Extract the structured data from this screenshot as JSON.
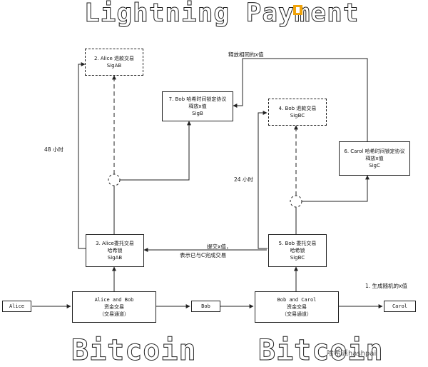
{
  "title": "Lightning Payment",
  "bitcoin_labels": [
    "Bitcoin",
    "Bitcoin"
  ],
  "nodes": {
    "alice": "Alice",
    "bob_small": "Bob",
    "carol": "Carol",
    "alice_bob_funding": [
      "Alice and Bob",
      "资金交易",
      "（交易通道）"
    ],
    "bob_carol_funding": [
      "Bob and Carol",
      "资金交易",
      "（交易通道）"
    ],
    "alice_commit": [
      "3. Alice委托交易",
      "哈希锁",
      "SigAB"
    ],
    "alice_refund": [
      "2. Alice 退款交易",
      "SigAB"
    ],
    "bob_htlc": [
      "7. Bob 哈希时间锁定协议",
      "释放x值",
      "SigB"
    ],
    "bob_commit": [
      "5. Bob 委托交易",
      "哈希锁",
      "SigBC"
    ],
    "bob_refund": [
      "4. Bob 退款交易",
      "SigBC"
    ],
    "carol_htlc": [
      "6. Carol 哈希时间锁定协议",
      "释放x值",
      "SigC"
    ]
  },
  "labels": {
    "release_x": "释放相同的x值",
    "hours_48": "48 小时",
    "hours_24": "24 小时",
    "submit_x": [
      "提交x值，",
      "表示已与C完成交易"
    ],
    "generate_x": "1. 生成随机的x值"
  },
  "watermark": "哈希派hashpai"
}
